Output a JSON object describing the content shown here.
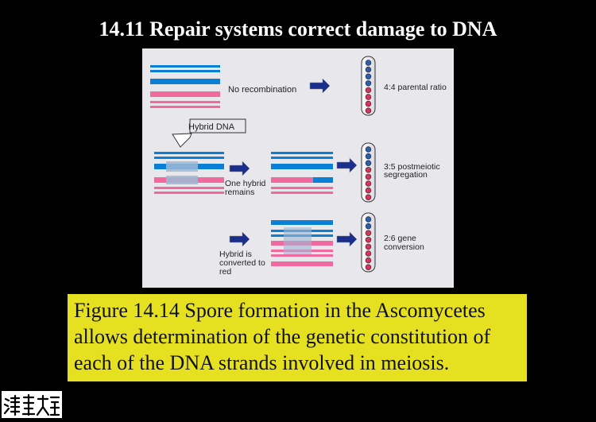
{
  "slide": {
    "title": "14.11 Repair systems correct damage to DNA",
    "caption": "Figure 14.14 Spore formation in the Ascomycetes allows determination of the genetic constitution of each of the DNA strands involved in meiosis."
  },
  "diagram": {
    "labels": {
      "no_recombination": "No recombination",
      "hybrid_dna": "Hybrid DNA",
      "one_hybrid_1": "One hybrid",
      "one_hybrid_2": "remains",
      "hybrid_converted_1": "Hybrid  is",
      "hybrid_converted_2": "converted to",
      "hybrid_converted_3": "red",
      "ratio_1": "4:4 parental ratio",
      "ratio_2a": "3:5 postmeiotic",
      "ratio_2b": "segregation",
      "ratio_3a": "2:6 gene",
      "ratio_3b": "conversion"
    },
    "asci": [
      {
        "spores": [
          "blue",
          "blue",
          "blue",
          "blue",
          "red",
          "red",
          "red",
          "red"
        ]
      },
      {
        "spores": [
          "blue",
          "blue",
          "blue",
          "red",
          "red",
          "red",
          "red",
          "red"
        ]
      },
      {
        "spores": [
          "blue",
          "blue",
          "red",
          "red",
          "red",
          "red",
          "red",
          "red"
        ]
      }
    ]
  },
  "colors": {
    "blue_strand": "#0a7fd6",
    "pink_strand": "#f06aa0",
    "hybrid_box": "#9db8d4",
    "arrow": "#1a2e8c",
    "spore_blue": "#2a5fb0",
    "spore_red": "#e0305a",
    "caption_bg": "#e5e020"
  }
}
